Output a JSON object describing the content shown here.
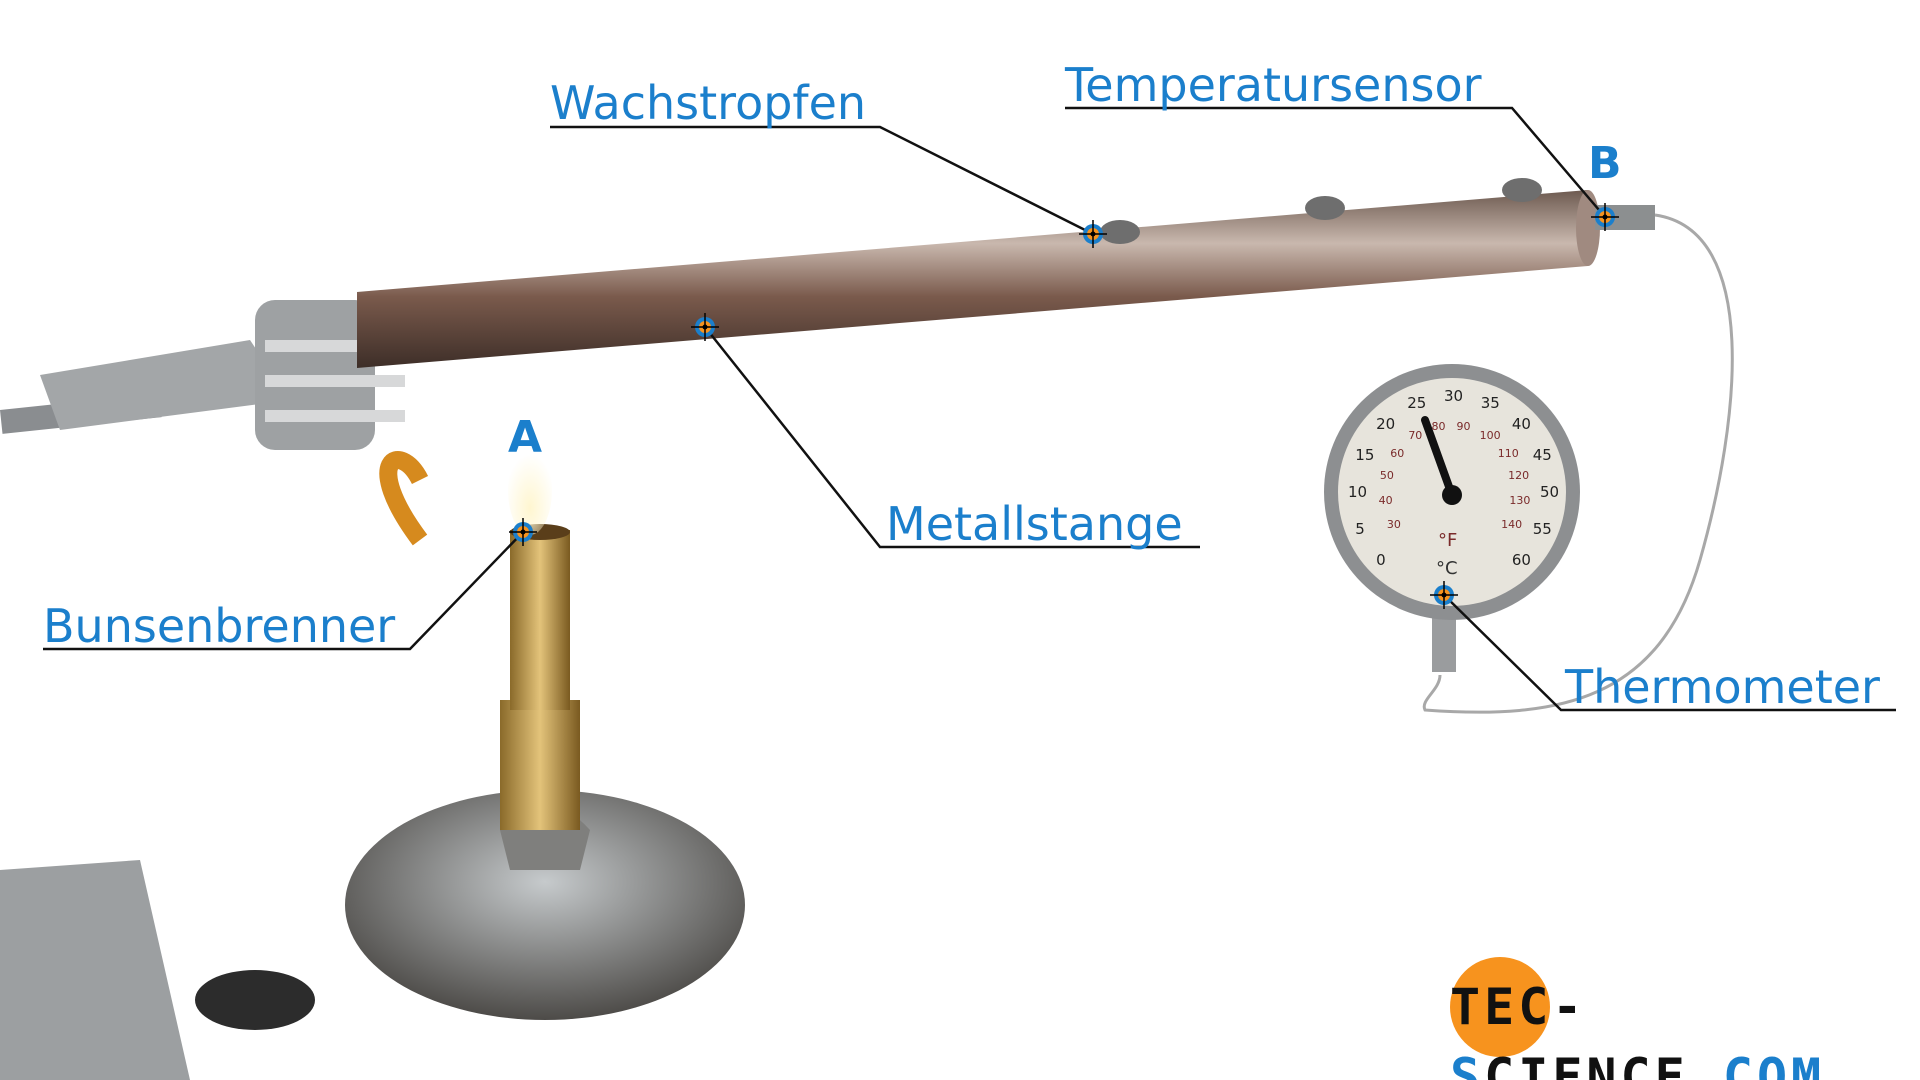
{
  "labels": {
    "wax": "Wachstropfen",
    "sensor": "Temperatursensor",
    "burner": "Bunsenbrenner",
    "rod": "Metallstange",
    "thermometer": "Thermometer"
  },
  "points": {
    "a": "A",
    "b": "B"
  },
  "dial": {
    "celsius_ticks": [
      "0",
      "5",
      "10",
      "15",
      "20",
      "25",
      "30",
      "35",
      "40",
      "45",
      "50",
      "55",
      "60"
    ],
    "fahrenheit_ticks": [
      "30",
      "40",
      "50",
      "60",
      "70",
      "80",
      "90",
      "100",
      "110",
      "120",
      "130",
      "140"
    ],
    "unit_f": "°F",
    "unit_c": "°C"
  },
  "logo": {
    "part1": "TEC-",
    "part2": "S",
    "part3": "CIENCE",
    "part4": ".COM"
  },
  "colors": {
    "accent": "#1b7fcc",
    "logo_orange": "#f7931e"
  }
}
